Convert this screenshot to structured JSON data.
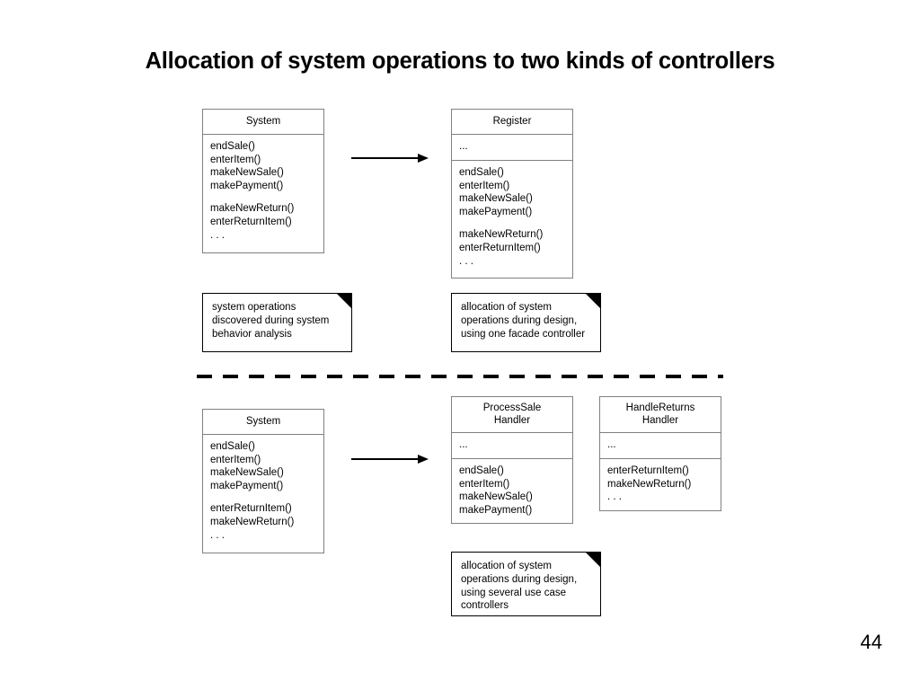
{
  "slide": {
    "title": "Allocation of system operations to two kinds of controllers",
    "page_number": "44"
  },
  "top_section": {
    "system_class": {
      "name": "System",
      "operations": [
        "endSale()",
        "enterItem()",
        "makeNewSale()",
        "makePayment()",
        "",
        "makeNewReturn()",
        "enterReturnItem()",
        ". . ."
      ]
    },
    "register_class": {
      "name": "Register",
      "attributes": "...",
      "operations": [
        "endSale()",
        "enterItem()",
        "makeNewSale()",
        "makePayment()",
        "",
        "makeNewReturn()",
        "enterReturnItem()",
        ". . ."
      ]
    },
    "left_note": [
      "system operations",
      "discovered during system",
      "behavior analysis"
    ],
    "right_note": [
      "allocation of system",
      "operations during design,",
      "using one facade controller"
    ]
  },
  "bottom_section": {
    "system_class": {
      "name": "System",
      "operations": [
        "endSale()",
        "enterItem()",
        "makeNewSale()",
        "makePayment()",
        "",
        "enterReturnItem()",
        "makeNewReturn()",
        ". . ."
      ]
    },
    "process_sale_handler": {
      "name_line1": "ProcessSale",
      "name_line2": "Handler",
      "attributes": "...",
      "operations": [
        "endSale()",
        "enterItem()",
        "makeNewSale()",
        "makePayment()"
      ]
    },
    "handle_returns_handler": {
      "name_line1": "HandleReturns",
      "name_line2": "Handler",
      "attributes": "...",
      "operations": [
        "enterReturnItem()",
        "makeNewReturn()",
        ". . ."
      ]
    },
    "note": [
      "allocation of system",
      "operations during design,",
      "using several use case",
      "controllers"
    ]
  },
  "colors": {
    "class_border": "#808080",
    "note_border": "#000000",
    "arrow": "#000000",
    "background": "#ffffff"
  }
}
